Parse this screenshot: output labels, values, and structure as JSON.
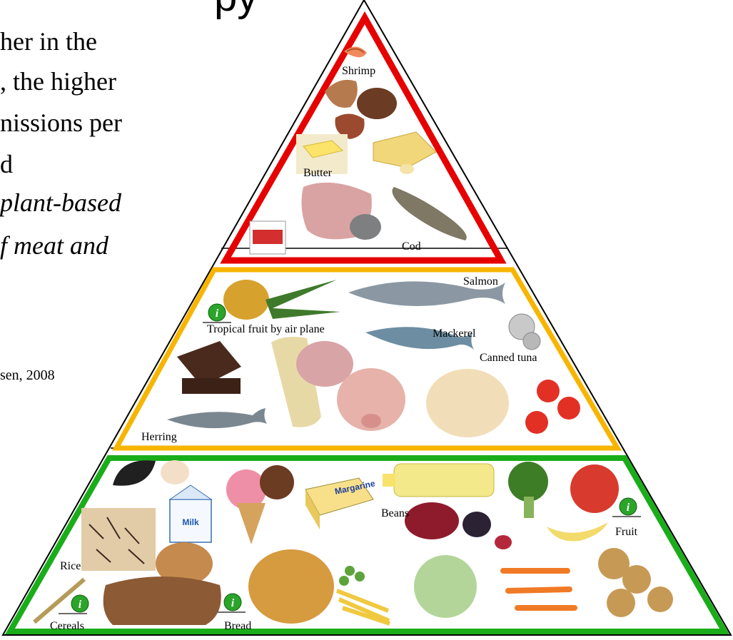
{
  "title_fragment": "py",
  "side_text": {
    "line1": "her in the",
    "line2": ", the higher",
    "line3": "nissions per",
    "line4": "d",
    "line5_italic": "plant-based",
    "line6_italic": "f meat and"
  },
  "citation": "sen, 2008",
  "pyramid": {
    "top_tier": {
      "color": "#e60000",
      "labels": [
        "Shrimp",
        "Butter",
        "Cod"
      ]
    },
    "middle_tier": {
      "color": "#f7b500",
      "labels": [
        "Salmon",
        "Tropical fruit by air plane",
        "Mackerel",
        "Canned tuna",
        "Herring"
      ]
    },
    "bottom_tier": {
      "color": "#1aad1a",
      "labels": [
        "Beans",
        "Fruit",
        "Rice",
        "Cereals",
        "Bread"
      ]
    }
  },
  "product_text": {
    "milk": "Milk",
    "margarine": "Margarine"
  },
  "info_icon_glyph": "i"
}
